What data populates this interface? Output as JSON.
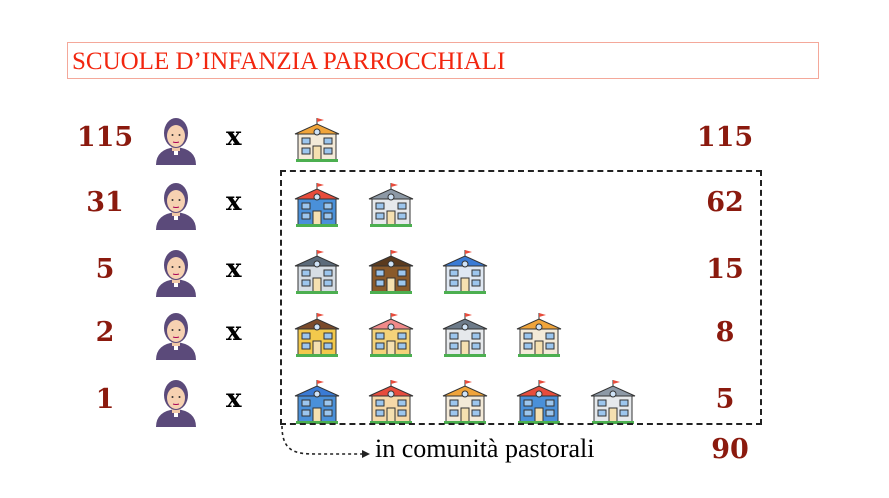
{
  "title": "SCUOLE D’INFANZIA PARROCCHIALI",
  "times_symbol": "x",
  "rows": [
    {
      "priests": "115",
      "schools_per_priest": 1,
      "total": "115",
      "school_colors": [
        [
          "#f0a43a",
          "#f3ead8"
        ]
      ]
    },
    {
      "priests": "31",
      "schools_per_priest": 2,
      "total": "62",
      "school_colors": [
        [
          "#e74c3c",
          "#4a90d9"
        ],
        [
          "#8d99a6",
          "#e6e9ec"
        ]
      ]
    },
    {
      "priests": "5",
      "schools_per_priest": 3,
      "total": "15",
      "school_colors": [
        [
          "#5c6b7a",
          "#d6dde4"
        ],
        [
          "#5a3a1e",
          "#8a5a2b"
        ],
        [
          "#3a7bd5",
          "#dfe8f3"
        ]
      ]
    },
    {
      "priests": "2",
      "schools_per_priest": 4,
      "total": "8",
      "school_colors": [
        [
          "#7a4a2a",
          "#f2c94c"
        ],
        [
          "#f08a8a",
          "#f4d27a"
        ],
        [
          "#6d7b8a",
          "#e6e9ec"
        ],
        [
          "#f0a43a",
          "#f3ead8"
        ]
      ]
    },
    {
      "priests": "1",
      "schools_per_priest": 5,
      "total": "5",
      "school_colors": [
        [
          "#3a7bd5",
          "#4a90d9"
        ],
        [
          "#e74c3c",
          "#f6d8a8"
        ],
        [
          "#f0a43a",
          "#f3ead8"
        ],
        [
          "#e74c3c",
          "#4a90d9"
        ],
        [
          "#8d99a6",
          "#e6e9ec"
        ]
      ]
    }
  ],
  "footer": {
    "label": "in comunità pastorali",
    "total": "90"
  },
  "colors": {
    "title": "#f2260f",
    "numbers": "#8b1a0e"
  }
}
